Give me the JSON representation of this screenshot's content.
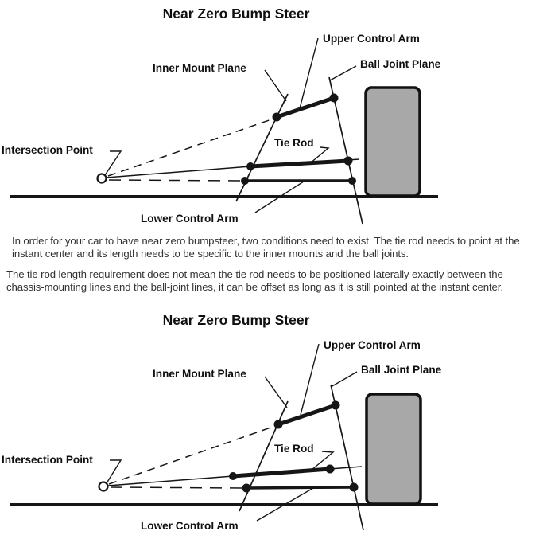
{
  "diagrams": {
    "top": {
      "title": "Near Zero Bump Steer",
      "labels": {
        "upper_control_arm": "Upper Control Arm",
        "ball_joint_plane": "Ball Joint Plane",
        "inner_mount_plane": "Inner Mount Plane",
        "intersection_point": "Intersection Point",
        "tie_rod": "Tie Rod",
        "lower_control_arm": "Lower Control Arm"
      }
    },
    "bottom": {
      "title": "Near Zero Bump Steer",
      "labels": {
        "upper_control_arm": "Upper Control Arm",
        "ball_joint_plane": "Ball Joint Plane",
        "inner_mount_plane": "Inner Mount Plane",
        "intersection_point": "Intersection Point",
        "tie_rod": "Tie Rod",
        "lower_control_arm": "Lower Control Arm"
      }
    }
  },
  "paragraphs": {
    "p1": "In order for your car to have near zero bumpsteer, two conditions need to exist. The tie rod needs to point at the instant center and its length needs to be specific to the inner mounts and the ball joints.",
    "p2": "The tie rod length requirement does not mean the tie rod needs to be positioned laterally exactly between the chassis-mounting lines and the ball-joint lines, it can be offset as long as it is still pointed at the instant center."
  },
  "colors": {
    "background": "#ffffff",
    "line": "#161616",
    "tire_fill": "#a8a8a8",
    "tire_border": "#111111",
    "body_text": "#333333",
    "label_text": "#101010"
  }
}
